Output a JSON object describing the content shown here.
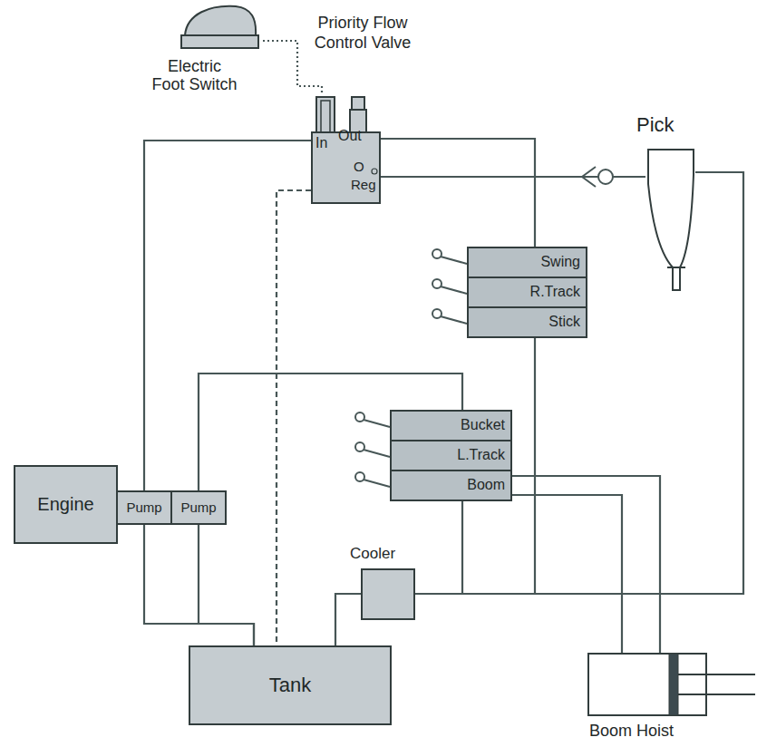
{
  "diagram": {
    "nodes": [
      {
        "text": [
          "Electric Foot Switch"
        ]
      },
      {
        "text": [
          "Priority Flow Control Valve",
          "In",
          "Out",
          "O",
          "Reg"
        ]
      },
      {
        "text": [
          "Pick"
        ]
      },
      {
        "text": [
          "Swing"
        ]
      },
      {
        "text": [
          "R.Track"
        ]
      },
      {
        "text": [
          "Stick"
        ]
      },
      {
        "text": [
          "Bucket"
        ]
      },
      {
        "text": [
          "L.Track"
        ]
      },
      {
        "text": [
          "Boom"
        ]
      },
      {
        "text": [
          "Engine"
        ]
      },
      {
        "text": [
          "Pump"
        ]
      },
      {
        "text": [
          "Pump"
        ]
      },
      {
        "text": [
          "Cooler"
        ]
      },
      {
        "text": [
          "Tank"
        ]
      },
      {
        "text": [
          "Boom Hoist"
        ]
      }
    ],
    "edges": [
      {
        "from": 0,
        "to": 1,
        "arrow": "none"
      },
      {
        "from": 10,
        "to": 1,
        "arrow": "to"
      },
      {
        "from": 1,
        "to": 3,
        "arrow": "none"
      },
      {
        "from": 1,
        "to": 2,
        "arrow": "none"
      },
      {
        "from": 2,
        "to": 12,
        "arrow": "to"
      },
      {
        "from": 5,
        "to": 12,
        "arrow": "none"
      },
      {
        "from": 11,
        "to": 6,
        "arrow": "none"
      },
      {
        "from": 8,
        "to": 12,
        "arrow": "none"
      },
      {
        "from": 8,
        "to": 14,
        "arrow": "none"
      },
      {
        "from": 8,
        "to": 14,
        "arrow": "none"
      },
      {
        "from": 12,
        "to": 13,
        "arrow": "none"
      },
      {
        "from": 1,
        "to": 13,
        "arrow": "none"
      },
      {
        "from": 13,
        "to": 10,
        "arrow": "to"
      },
      {
        "from": 13,
        "to": 11,
        "arrow": "none"
      }
    ]
  }
}
